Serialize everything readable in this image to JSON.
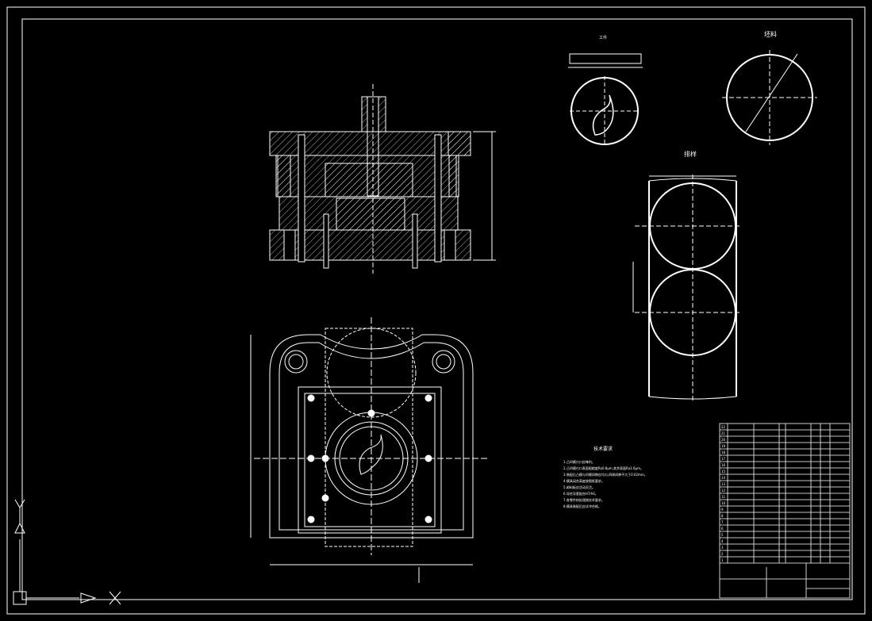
{
  "drawing": {
    "background": "#000000",
    "line_color": "#ffffff",
    "accent_color": "#cccccc",
    "view_labels": {
      "strip": "排样",
      "blank": "坯料",
      "part": "工件"
    },
    "notes": {
      "title": "技术要求",
      "lines": [
        "1.凸凹模刃口应锋利。",
        "2.凸凹模刃口表面粗糙度Ra0.8μm,其余表面Ra1.6μm。",
        "3.装配后凸模与凹模间隙应均匀,四周间隙不大于0.02mm。",
        "4.模具闭合高度按图纸要求。",
        "5.卸料板应活动灵活。",
        "6.导柱导套配合H7/h6。",
        "7.各零件热处理按技术要求。",
        "8.模具装配后应试冲合格。"
      ]
    },
    "bom_rows": [
      "22",
      "21",
      "20",
      "19",
      "18",
      "17",
      "16",
      "15",
      "14",
      "13",
      "12",
      "11",
      "10",
      "9",
      "8",
      "7",
      "6",
      "5",
      "4",
      "3",
      "2",
      "1"
    ]
  }
}
